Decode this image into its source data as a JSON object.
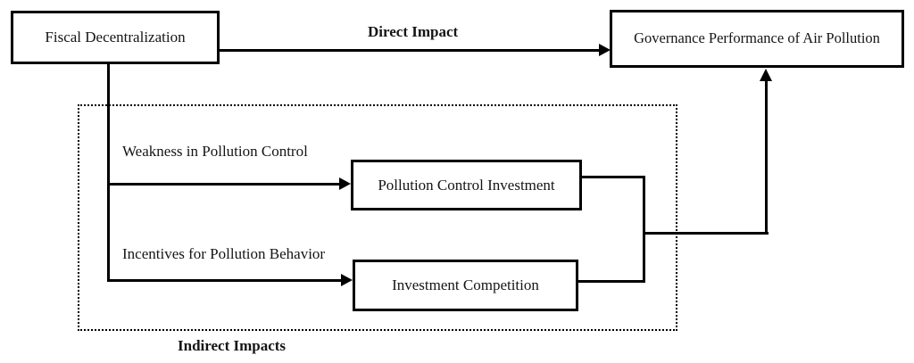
{
  "diagram": {
    "type": "flow-diagram",
    "nodes": {
      "fiscal": {
        "label": "Fiscal Decentralization"
      },
      "governance": {
        "label": "Governance Performance of Air Pollution"
      },
      "pollution_control_investment": {
        "label": "Pollution Control Investment"
      },
      "investment_competition": {
        "label": "Investment Competition"
      }
    },
    "edge_labels": {
      "direct_impact": "Direct Impact",
      "weakness": "Weakness in Pollution Control",
      "incentives": "Incentives for Pollution Behavior",
      "indirect_impacts": "Indirect Impacts"
    },
    "edges": [
      {
        "from": "fiscal",
        "to": "governance",
        "label": "Direct Impact",
        "style": "solid-arrow"
      },
      {
        "from": "fiscal",
        "to": "pollution_control_investment",
        "label": "Weakness in Pollution Control",
        "style": "solid-arrow"
      },
      {
        "from": "fiscal",
        "to": "investment_competition",
        "label": "Incentives for Pollution Behavior",
        "style": "solid-arrow"
      },
      {
        "from": "pollution_control_investment",
        "to": "governance",
        "style": "solid-arrow-merged"
      },
      {
        "from": "investment_competition",
        "to": "governance",
        "style": "solid-arrow-merged"
      }
    ],
    "regions": {
      "indirect": {
        "label": "Indirect Impacts",
        "border": "dotted"
      }
    },
    "colors": {
      "line": "#000000",
      "background": "#ffffff",
      "text": "#151515"
    }
  }
}
